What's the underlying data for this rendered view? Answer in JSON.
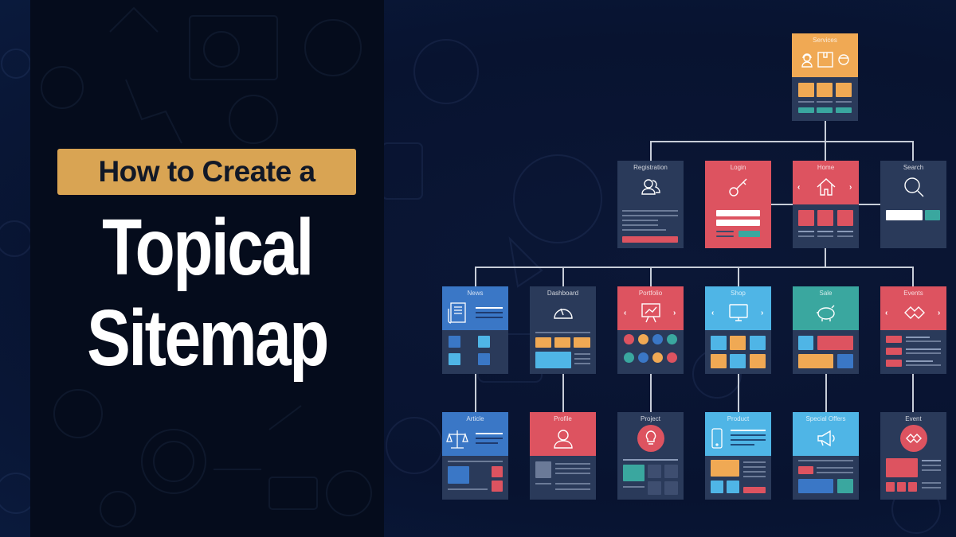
{
  "headline": {
    "kicker": "How to Create a",
    "line1": "Topical",
    "line2": "Sitemap"
  },
  "colors": {
    "kicker_bg": "#d9a453",
    "left_panel_bg": "#050c1c",
    "background": "#0a1a3a",
    "card_dark": "#2a3a5a",
    "orange": "#f0a954",
    "red": "#dd5360",
    "blue": "#3a77c6",
    "cyan": "#4fb5e6",
    "teal": "#3aa79f",
    "connector": "#c7cdd8"
  },
  "sitemap": {
    "root": {
      "label": "Services",
      "icons": [
        "support-agent-icon",
        "package-box-icon",
        "delivery-person-icon"
      ]
    },
    "level1": [
      {
        "label": "Registration",
        "icon": "users-icon"
      },
      {
        "label": "Login",
        "icon": "key-icon"
      },
      {
        "label": "Home",
        "icon": "house-icon"
      },
      {
        "label": "Search",
        "icon": "magnifier-icon"
      }
    ],
    "level2": [
      {
        "label": "News",
        "icon": "newspaper-icon"
      },
      {
        "label": "Dashboard",
        "icon": "gauge-icon"
      },
      {
        "label": "Portfolio",
        "icon": "presentation-chart-icon"
      },
      {
        "label": "Shop",
        "icon": "monitor-icon"
      },
      {
        "label": "Sale",
        "icon": "piggy-bank-icon"
      },
      {
        "label": "Events",
        "icon": "handshake-icon"
      }
    ],
    "level3": [
      {
        "label": "Article",
        "icon": "scales-icon"
      },
      {
        "label": "Profile",
        "icon": "user-icon"
      },
      {
        "label": "Project",
        "icon": "lightbulb-icon"
      },
      {
        "label": "Product",
        "icon": "smartphone-icon"
      },
      {
        "label": "Special Offers",
        "icon": "megaphone-icon"
      },
      {
        "label": "Event",
        "icon": "handshake-icon"
      }
    ]
  }
}
